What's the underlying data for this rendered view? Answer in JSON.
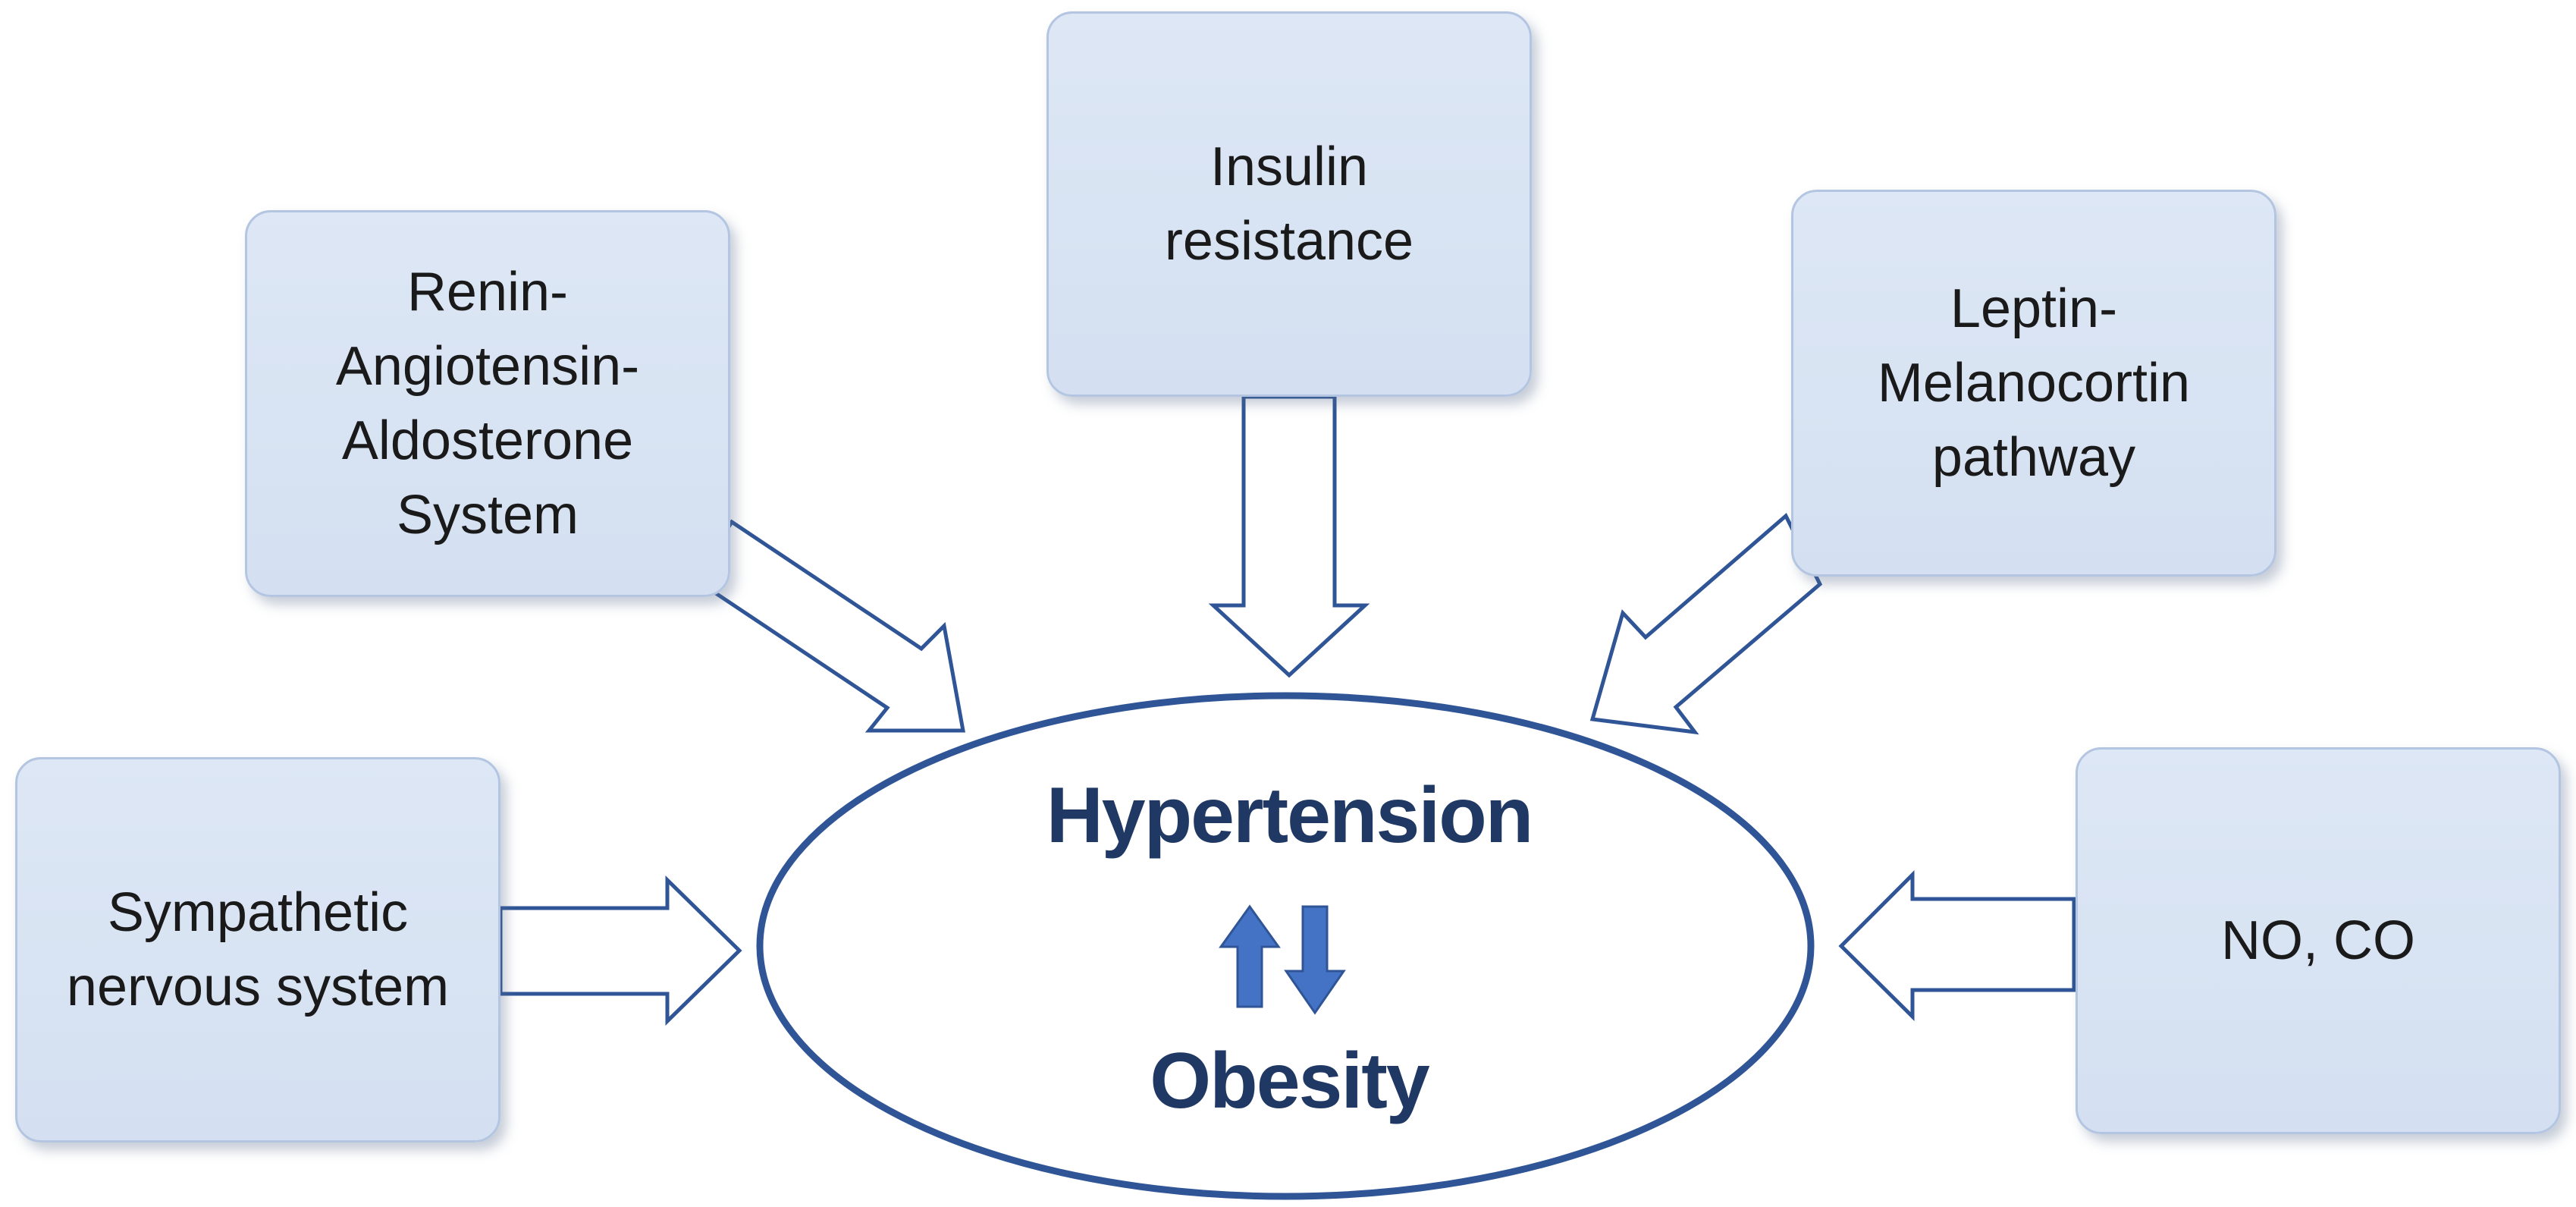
{
  "factors": {
    "raas": "Renin-\nAngiotensin-\nAldosterone\nSystem",
    "insulin": "Insulin\nresistance",
    "leptin": "Leptin-\nMelanocortin\npathway",
    "sympathetic": "Sympathetic\nnervous system",
    "no_co": "NO, CO"
  },
  "center": {
    "top_label": "Hypertension",
    "bottom_label": "Obesity"
  },
  "colors": {
    "box_fill": "#d9e4f3",
    "box_border": "#b3c5e0",
    "arrow_stroke": "#2f5597",
    "center_text": "#203864",
    "updown_arrow_fill": "#4472c4"
  }
}
